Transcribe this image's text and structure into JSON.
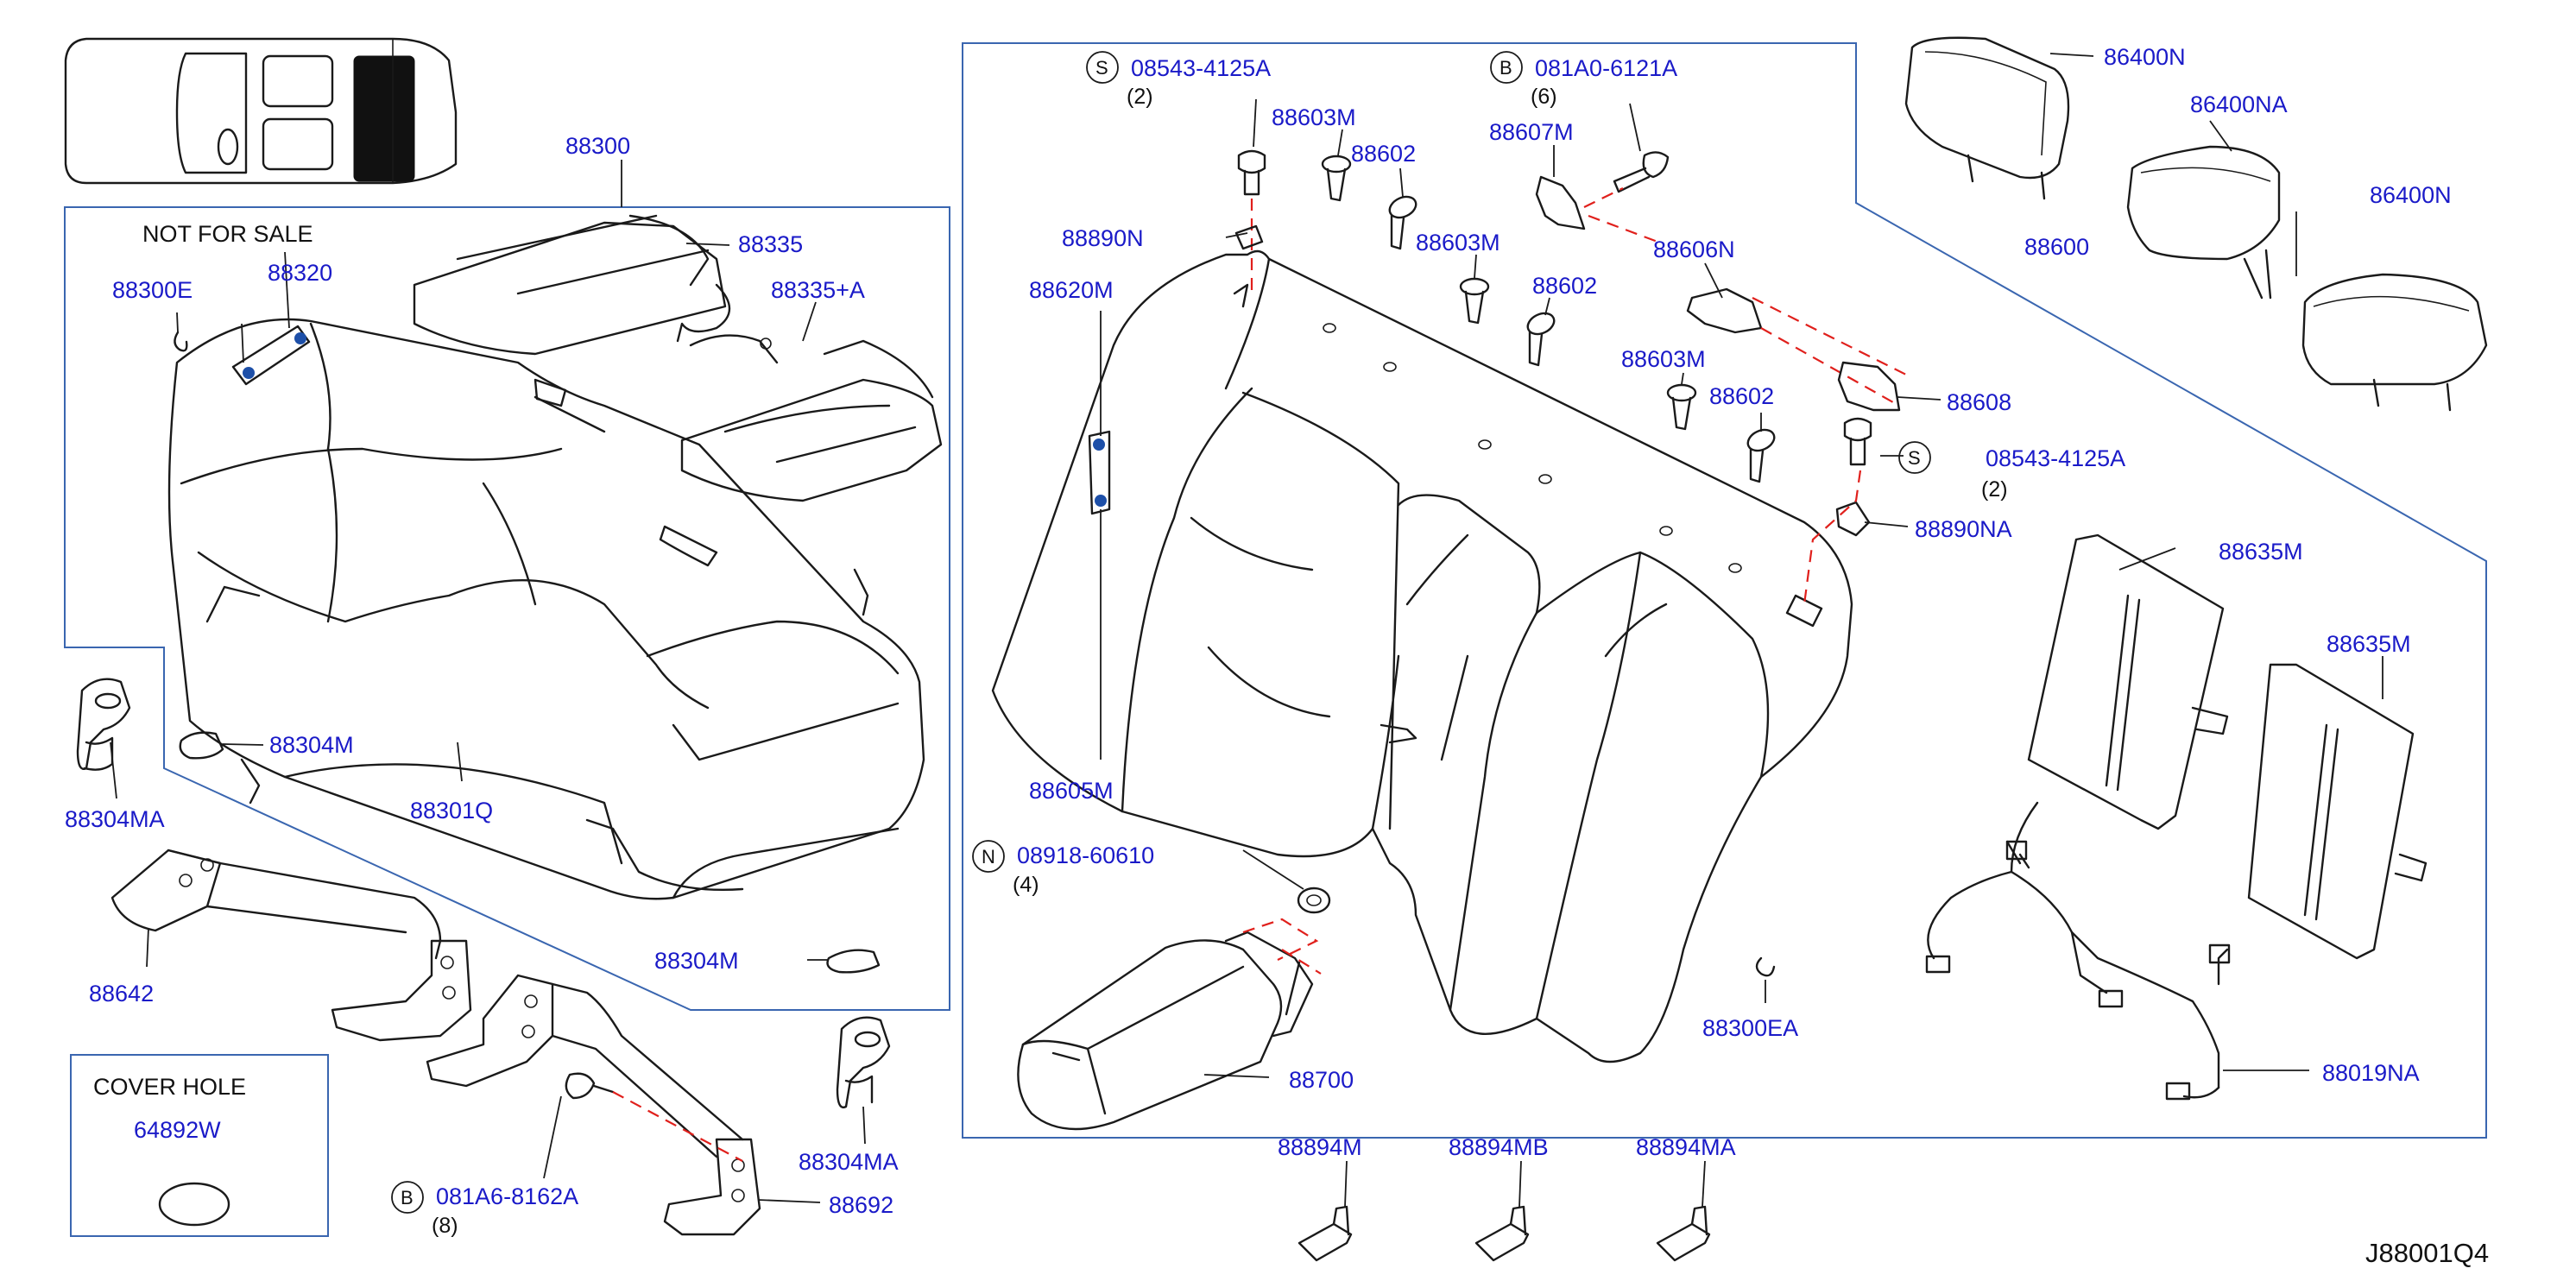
{
  "diagram_code": "J88001Q4",
  "notes": {
    "not_for_sale": "NOT FOR SALE",
    "cover_hole": "COVER HOLE"
  },
  "colors": {
    "label_blue": "#1a1ac8",
    "frame_blue": "#3a66b0",
    "assembly_dash_red": "#e0201c",
    "line_black": "#1a1a1a"
  },
  "callouts": {
    "p88300": "88300",
    "p88300E": "88300E",
    "p88320": "88320",
    "p88335": "88335",
    "p88335A": "88335+A",
    "p88304M_a": "88304M",
    "p88304M_b": "88304M",
    "p88304MA_a": "88304MA",
    "p88304MA_b": "88304MA",
    "p88301Q": "88301Q",
    "p88642": "88642",
    "p64892W": "64892W",
    "p081A6": "081A6-8162A",
    "p88692": "88692",
    "p08543_a": "08543-4125A",
    "p081A0": "081A0-6121A",
    "p88603M_a": "88603M",
    "p88602_a": "88602",
    "p88607M": "88607M",
    "p88890N": "88890N",
    "p88603M_b": "88603M",
    "p88620M": "88620M",
    "p88602_b": "88602",
    "p88606N": "88606N",
    "p88603M_c": "88603M",
    "p88602_c": "88602",
    "p88608": "88608",
    "p08543_b": "08543-4125A",
    "p88890NA": "88890NA",
    "p88605M": "88605M",
    "p08918": "08918-60610",
    "p88300EA": "88300EA",
    "p88700": "88700",
    "p86400N": "86400N",
    "p86400NA_a": "86400NA",
    "p86400NA_b": "86400N",
    "p88600": "88600",
    "p88635M_a": "88635M",
    "p88635M_b": "88635M",
    "p88019NA": "88019NA",
    "p88894M": "88894M",
    "p88894MB": "88894MB",
    "p88894MA": "88894MA"
  },
  "quantities": {
    "q081A6": "(8)",
    "q08543_a": "(2)",
    "q081A0": "(6)",
    "q08543_b": "(2)",
    "q08918": "(4)"
  },
  "fastener_symbols": {
    "s_a": "S",
    "b_a": "B",
    "s_b": "S",
    "n_a": "N",
    "b_b": "B"
  }
}
